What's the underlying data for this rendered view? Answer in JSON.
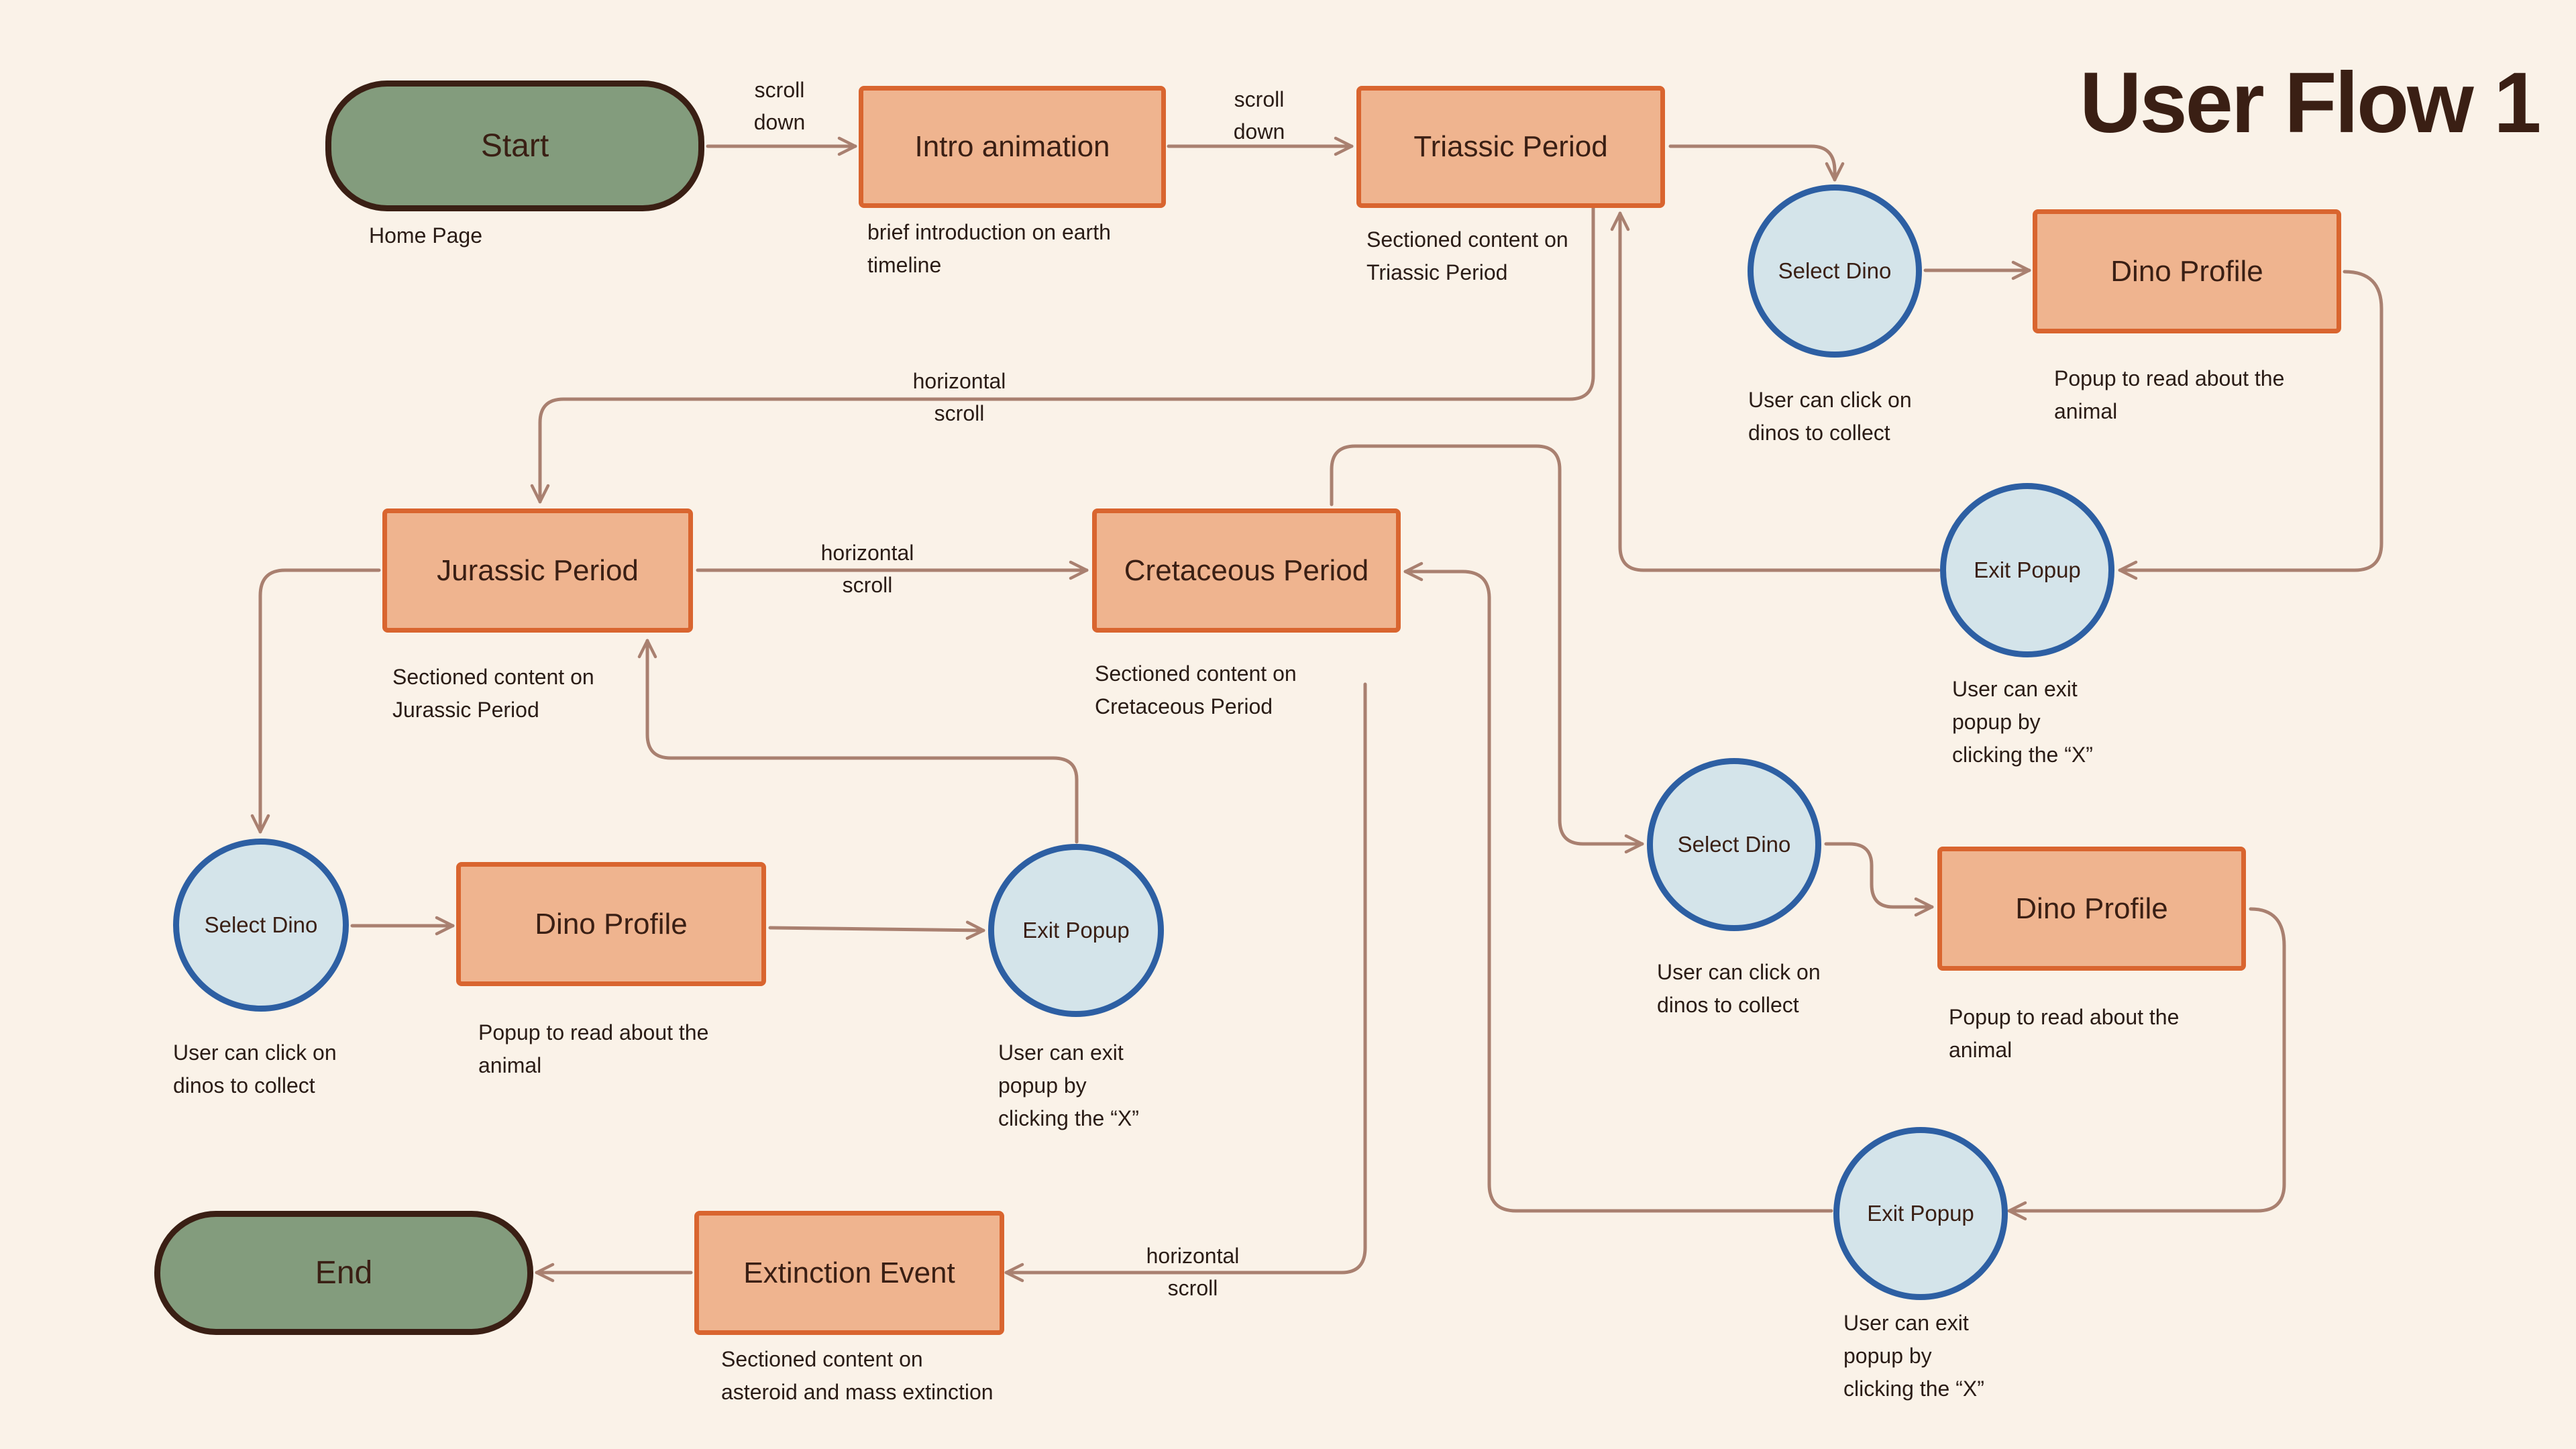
{
  "title": "User Flow 1",
  "nodes": {
    "start": "Start",
    "intro": "Intro animation",
    "triassic": "Triassic Period",
    "select_dino_1": "Select Dino",
    "dino_profile_1": "Dino Profile",
    "exit_popup_1": "Exit Popup",
    "jurassic": "Jurassic Period",
    "cretaceous": "Cretaceous Period",
    "select_dino_2": "Select Dino",
    "dino_profile_2": "Dino Profile",
    "exit_popup_2": "Exit Popup",
    "select_dino_3": "Select Dino",
    "dino_profile_3": "Dino Profile",
    "exit_popup_3": "Exit Popup",
    "extinction": "Extinction Event",
    "end": "End"
  },
  "notes": {
    "start": "Home Page",
    "intro": "brief introduction on earth\ntimeline",
    "triassic": "Sectioned content on\nTriassic Period",
    "select_dino_1": "User can click on\ndinos to collect",
    "dino_profile_1": "Popup to read about the\nanimal",
    "exit_popup_1": "User can exit\npopup by\nclicking the “X”",
    "jurassic": "Sectioned content on\nJurassic Period",
    "cretaceous": "Sectioned content on\nCretaceous Period",
    "select_dino_2": "User can click on\ndinos to collect",
    "dino_profile_2": "Popup to read about the\nanimal",
    "exit_popup_2": "User can exit\npopup by\nclicking the “X”",
    "select_dino_3": "User can click on\ndinos to collect",
    "dino_profile_3": "Popup to read about the\nanimal",
    "exit_popup_3": "User can exit\npopup by\nclicking the “X”",
    "extinction": "Sectioned content on\nasteroid and mass extinction"
  },
  "edge_labels": {
    "start_intro": "scroll\ndown",
    "intro_triassic": "scroll\ndown",
    "triassic_jurassic": "horizontal\nscroll",
    "jurassic_cretaceous": "horizontal\nscroll",
    "cretaceous_extinction": "horizontal\nscroll"
  },
  "colors": {
    "background": "#FAF2E8",
    "terminal_fill": "#839C7D",
    "terminal_stroke": "#3A1F14",
    "process_fill": "#EFB48F",
    "process_stroke": "#D9652F",
    "circle_fill": "#D4E4EA",
    "circle_stroke": "#2D5FA3",
    "connector": "#A98070",
    "text": "#3A1F14"
  }
}
